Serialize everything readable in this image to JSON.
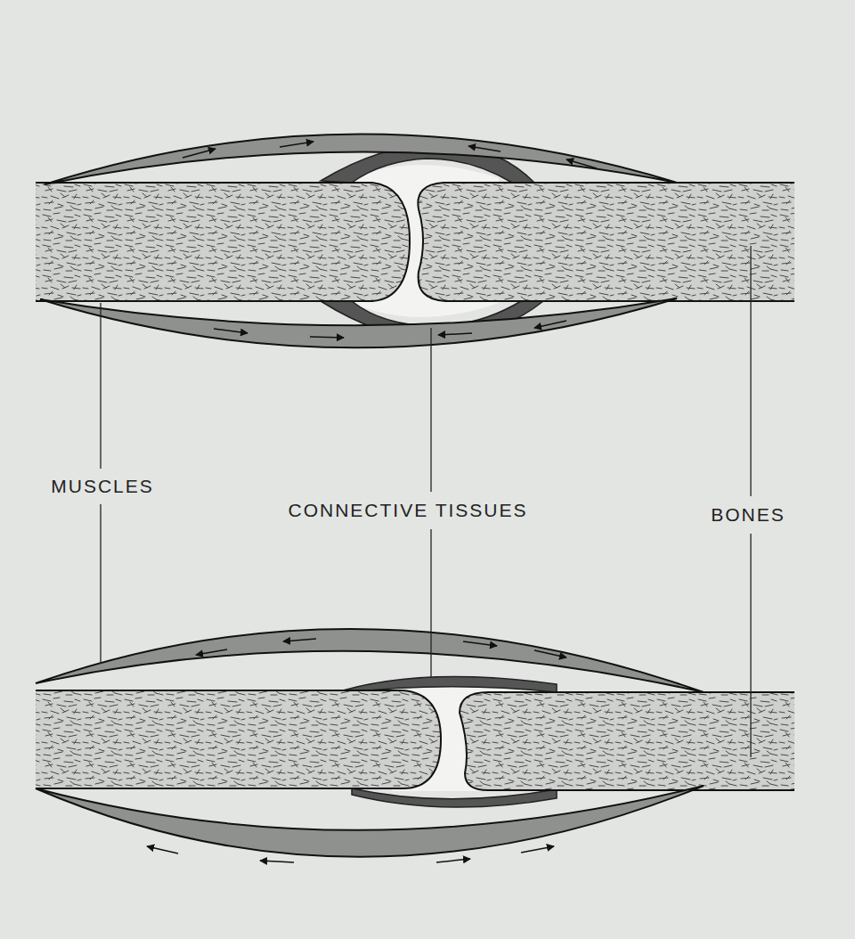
{
  "diagram": {
    "labels": [
      "MUSCLES",
      "CONNECTIVE TISSUES",
      "BONES"
    ]
  }
}
